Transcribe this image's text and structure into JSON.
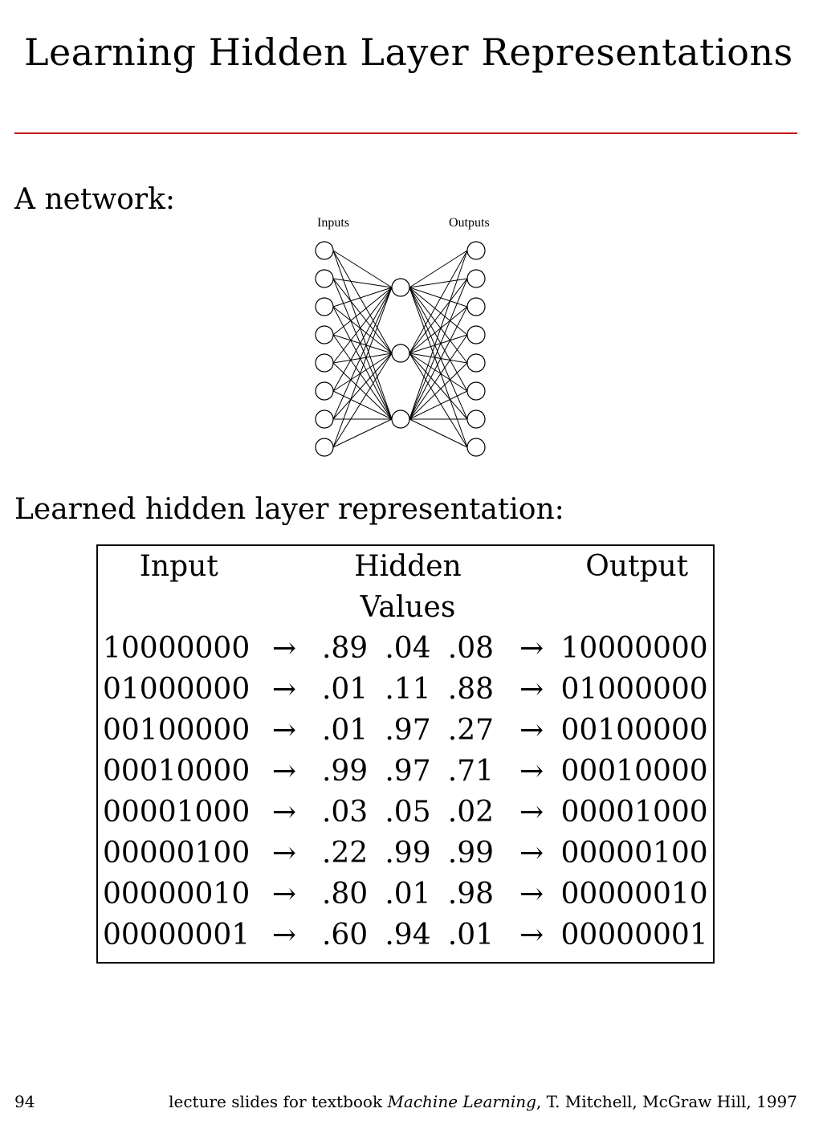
{
  "title": "Learning Hidden Layer Representations",
  "network_label": "A network:",
  "diagram": {
    "inputs_label": "Inputs",
    "outputs_label": "Outputs",
    "input_count": 8,
    "hidden_count": 3,
    "output_count": 8
  },
  "learned_label": "Learned hidden layer representation:",
  "table": {
    "header": {
      "input": "Input",
      "hidden": "Hidden",
      "hidden2": "Values",
      "output": "Output"
    },
    "arrow": "→",
    "rows": [
      {
        "input": "10000000",
        "hidden": [
          ".89",
          ".04",
          ".08"
        ],
        "output": "10000000"
      },
      {
        "input": "01000000",
        "hidden": [
          ".01",
          ".11",
          ".88"
        ],
        "output": "01000000"
      },
      {
        "input": "00100000",
        "hidden": [
          ".01",
          ".97",
          ".27"
        ],
        "output": "00100000"
      },
      {
        "input": "00010000",
        "hidden": [
          ".99",
          ".97",
          ".71"
        ],
        "output": "00010000"
      },
      {
        "input": "00001000",
        "hidden": [
          ".03",
          ".05",
          ".02"
        ],
        "output": "00001000"
      },
      {
        "input": "00000100",
        "hidden": [
          ".22",
          ".99",
          ".99"
        ],
        "output": "00000100"
      },
      {
        "input": "00000010",
        "hidden": [
          ".80",
          ".01",
          ".98"
        ],
        "output": "00000010"
      },
      {
        "input": "00000001",
        "hidden": [
          ".60",
          ".94",
          ".01"
        ],
        "output": "00000001"
      }
    ]
  },
  "footer": {
    "page_number": "94",
    "credit_prefix": "lecture slides for textbook ",
    "credit_book": "Machine Learning",
    "credit_suffix": ", T. Mitchell, McGraw Hill, 1997"
  },
  "colors": {
    "rule": "#c00000"
  }
}
